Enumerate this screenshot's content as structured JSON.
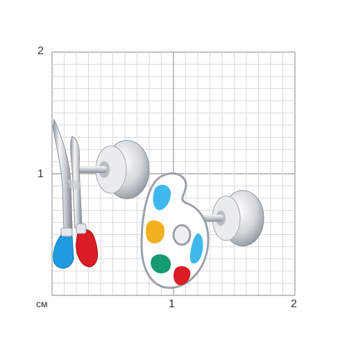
{
  "ruler": {
    "unit": "см",
    "y_labels": [
      "2",
      "1"
    ],
    "x_labels": [
      "1",
      "2"
    ],
    "minor_grid_color": "#d9d9d9",
    "major_grid_color": "#9a9a9a"
  },
  "product": {
    "subject": "paintbrush-and-palette-stud-earrings",
    "metal_color": "#d8dbe0",
    "enamel_colors": {
      "light_blue": "#3fb8ee",
      "blue": "#1e9be0",
      "yellow": "#f2b01e",
      "green": "#159a72",
      "red": "#d91c25",
      "white": "#ffffff"
    }
  }
}
